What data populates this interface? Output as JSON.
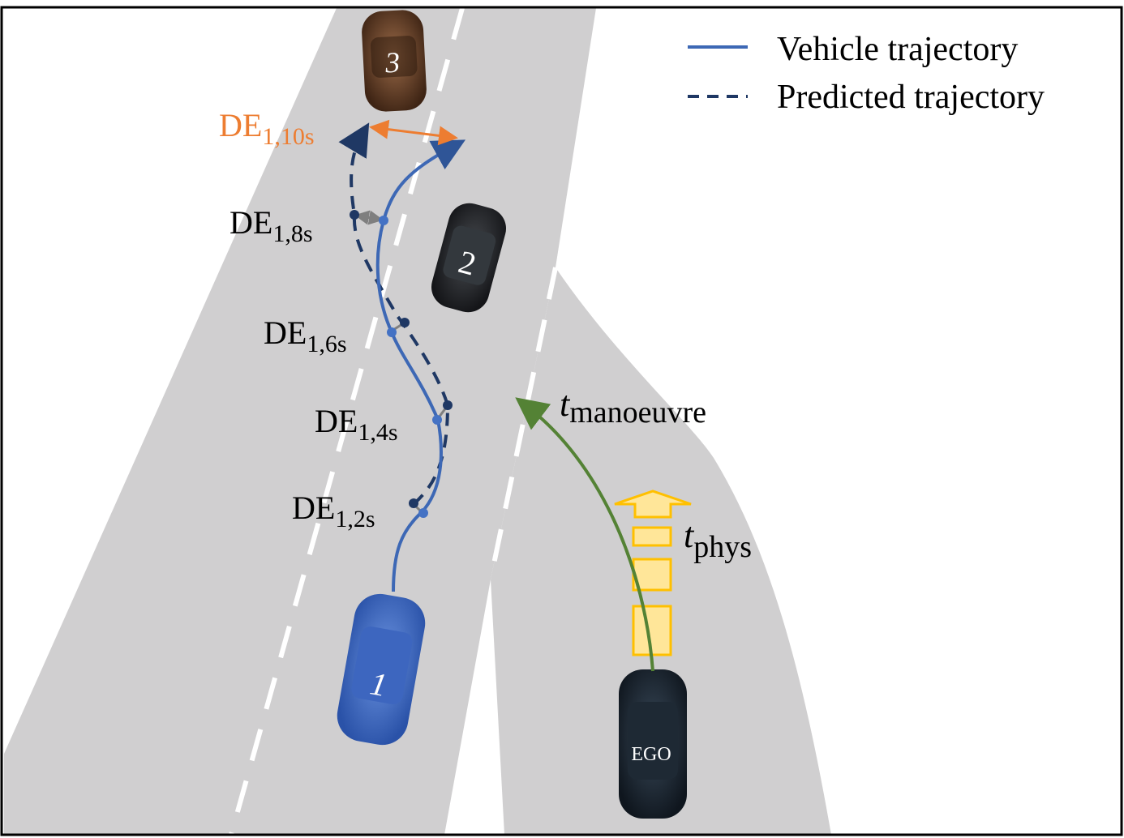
{
  "legend": {
    "vehicle_trajectory": "Vehicle trajectory",
    "predicted_trajectory": "Predicted trajectory"
  },
  "labels": {
    "de_base": "DE",
    "de_10": "1,10s",
    "de_8": "1,8s",
    "de_6": "1,6s",
    "de_4": "1,4s",
    "de_2": "1,2s",
    "t": "t",
    "t_manoeuvre_sub": "manoeuvre",
    "t_phys_sub": "phys"
  },
  "vehicles": {
    "car1": "1",
    "car2": "2",
    "car3": "3",
    "ego": "EGO"
  },
  "colors": {
    "road": "#d0cfd0",
    "vehicle_trajectory": "#3d68b5",
    "predicted_trajectory": "#1f3864",
    "de_final": "#ed7d31",
    "manoeuvre": "#548235",
    "phys": "#ffc000"
  }
}
